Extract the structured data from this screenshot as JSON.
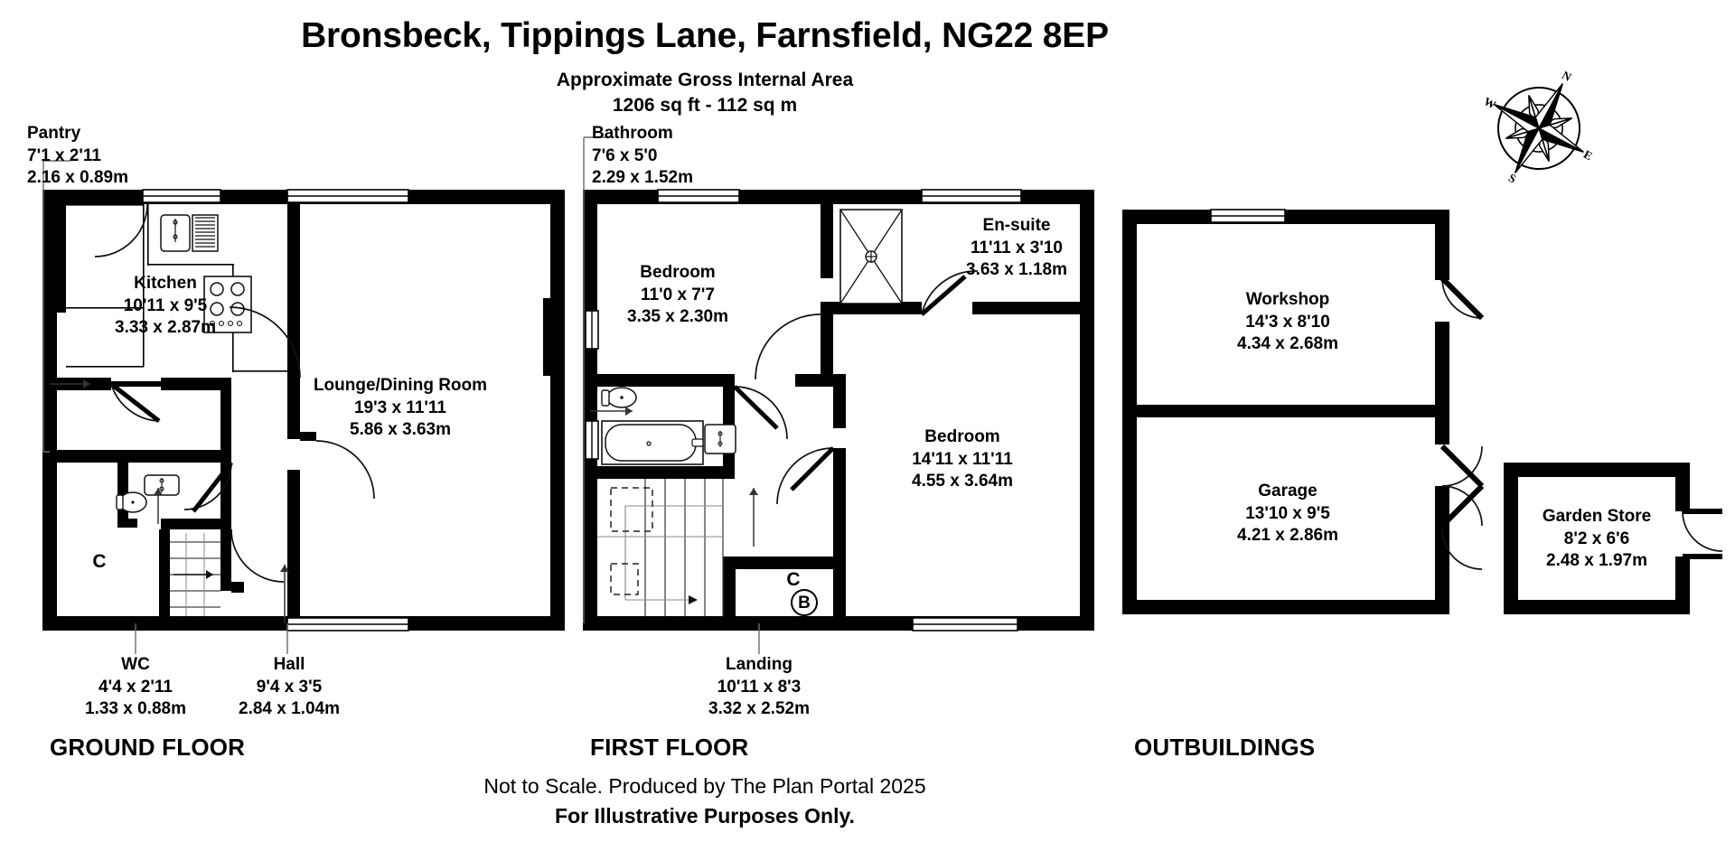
{
  "header": {
    "title": "Bronsbeck, Tippings Lane, Farnsfield, NG22 8EP",
    "subtitle_line1": "Approximate Gross Internal Area",
    "subtitle_line2": "1206 sq ft - 112 sq m"
  },
  "compass": {
    "name": "compass-rose",
    "labels": [
      "N",
      "E",
      "S",
      "W"
    ]
  },
  "floors": [
    {
      "id": "ground",
      "caption": "GROUND FLOOR",
      "rooms": [
        {
          "name": "Pantry",
          "imperial": "7'1 x 2'11",
          "metric": "2.16 x 0.89m"
        },
        {
          "name": "Kitchen",
          "imperial": "10'11 x 9'5",
          "metric": "3.33 x 2.87m"
        },
        {
          "name": "Lounge/Dining Room",
          "imperial": "19'3 x 11'11",
          "metric": "5.86 x 3.63m"
        },
        {
          "name": "WC",
          "imperial": "4'4 x 2'11",
          "metric": "1.33 x 0.88m"
        },
        {
          "name": "Hall",
          "imperial": "9'4 x 3'5",
          "metric": "2.84 x 1.04m"
        }
      ],
      "markers": [
        "C"
      ]
    },
    {
      "id": "first",
      "caption": "FIRST FLOOR",
      "rooms": [
        {
          "name": "Bathroom",
          "imperial": "7'6 x 5'0",
          "metric": "2.29 x 1.52m"
        },
        {
          "name": "Bedroom",
          "imperial": "11'0 x 7'7",
          "metric": "3.35 x 2.30m"
        },
        {
          "name": "En-suite",
          "imperial": "11'11 x 3'10",
          "metric": "3.63 x 1.18m"
        },
        {
          "name": "Bedroom",
          "imperial": "14'11 x 11'11",
          "metric": "4.55 x 3.64m"
        },
        {
          "name": "Landing",
          "imperial": "10'11 x 8'3",
          "metric": "3.32 x 2.52m"
        }
      ],
      "markers": [
        "C",
        "B"
      ]
    },
    {
      "id": "outbuildings",
      "caption": "OUTBUILDINGS",
      "rooms": [
        {
          "name": "Workshop",
          "imperial": "14'3 x 8'10",
          "metric": "4.34 x 2.68m"
        },
        {
          "name": "Garage",
          "imperial": "13'10 x 9'5",
          "metric": "4.21 x 2.86m"
        },
        {
          "name": "Garden Store",
          "imperial": "8'2 x 6'6",
          "metric": "2.48 x 1.97m"
        }
      ],
      "markers": []
    }
  ],
  "footer": {
    "line1": "Not to Scale. Produced by The Plan Portal 2025",
    "line2": "For Illustrative Purposes Only."
  },
  "colors": {
    "wall": "#000000",
    "paper": "#ffffff",
    "leader": "#6d6d6d"
  }
}
